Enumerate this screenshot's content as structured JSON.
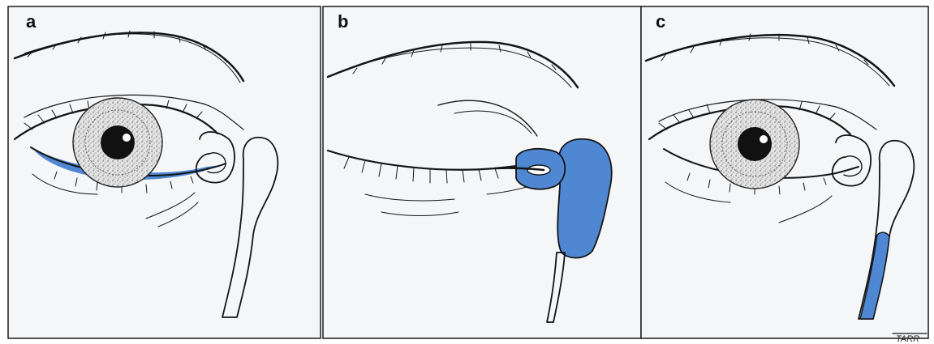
{
  "panels": [
    {
      "label": "a"
    },
    {
      "label": "b"
    },
    {
      "label": "c"
    }
  ],
  "signature": "TARR",
  "colors": {
    "background": "#f5f6f8",
    "tear_fluid": "#4f87d2",
    "line": "#151515",
    "frame": "#1a1a1a",
    "iris": "#d2d2d2"
  }
}
